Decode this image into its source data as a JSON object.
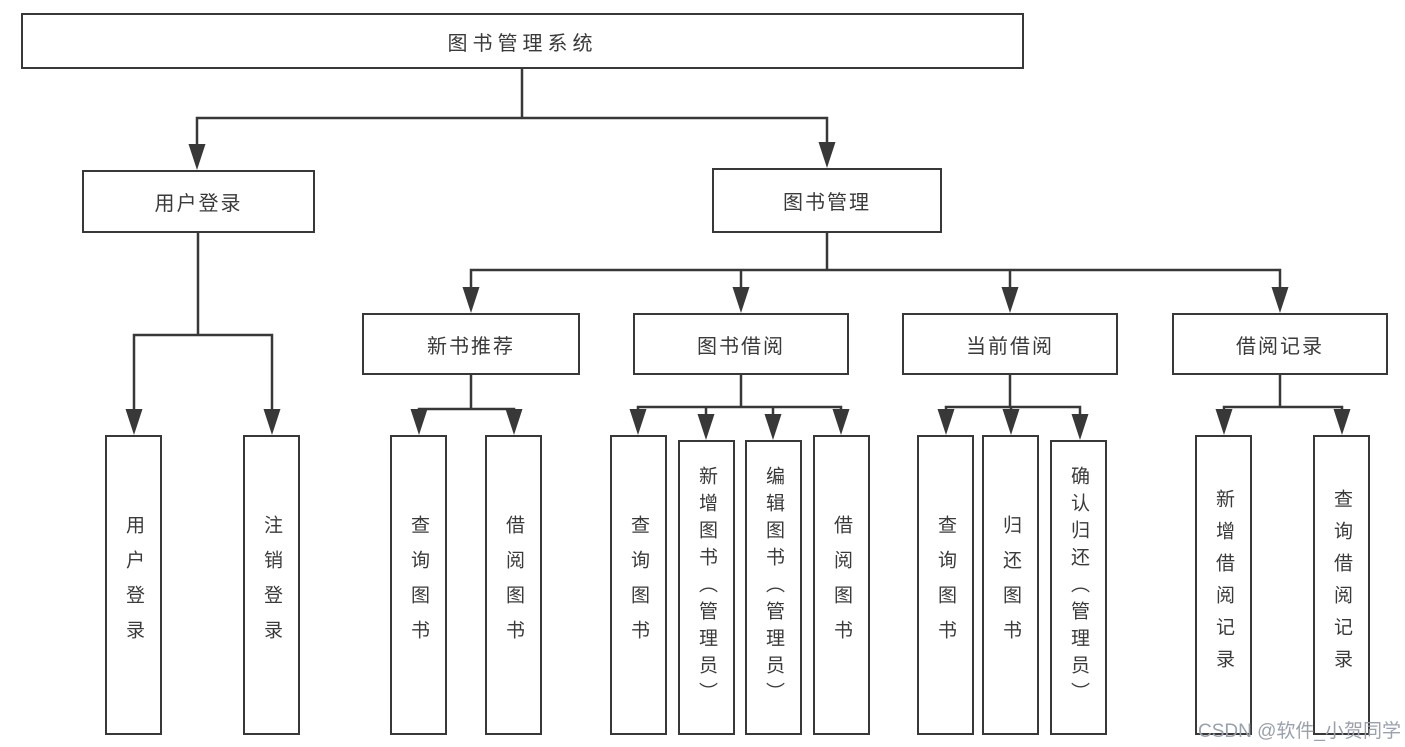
{
  "diagram_title": "图书管理系统",
  "watermark": "CSDN @软件_小贺同学",
  "colors": {
    "line": "#383838",
    "box_border": "#383838",
    "text": "#3a3a3a",
    "watermark": "#9aa1ac",
    "background": "#ffffff"
  },
  "tree": {
    "root": {
      "label": "图书管理系统"
    },
    "branches": [
      {
        "label": "用户登录",
        "children": [
          {
            "label": "用户登录"
          },
          {
            "label": "注销登录"
          }
        ]
      },
      {
        "label": "图书管理",
        "children": [
          {
            "label": "新书推荐",
            "children": [
              {
                "label": "查询图书"
              },
              {
                "label": "借阅图书"
              }
            ]
          },
          {
            "label": "图书借阅",
            "children": [
              {
                "label": "查询图书"
              },
              {
                "label": "新增图书（管理员）"
              },
              {
                "label": "编辑图书（管理员）"
              },
              {
                "label": "借阅图书"
              }
            ]
          },
          {
            "label": "当前借阅",
            "children": [
              {
                "label": "查询图书"
              },
              {
                "label": "归还图书"
              },
              {
                "label": "确认归还（管理员）"
              }
            ]
          },
          {
            "label": "借阅记录",
            "children": [
              {
                "label": "新增借阅记录"
              },
              {
                "label": "查询借阅记录"
              }
            ]
          }
        ]
      }
    ]
  }
}
